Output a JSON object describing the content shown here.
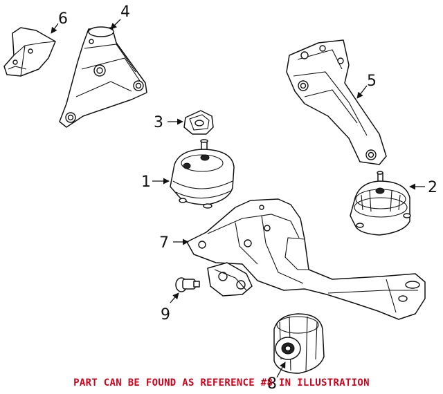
{
  "callouts": {
    "c1": "1",
    "c2": "2",
    "c3": "3",
    "c4": "4",
    "c5": "5",
    "c6": "6",
    "c7": "7",
    "c8": "8",
    "c9": "9"
  },
  "caption": "PART CAN BE FOUND AS REFERENCE #8 IN ILLUSTRATION",
  "colors": {
    "caption": "#d0021b",
    "line": "#111111",
    "background": "#ffffff"
  }
}
